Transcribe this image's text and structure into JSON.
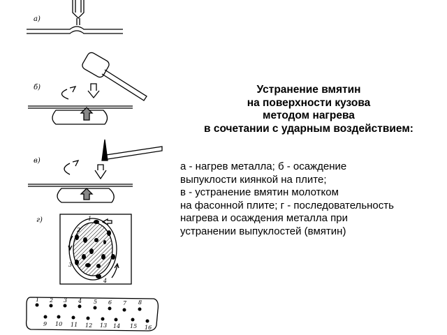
{
  "title": {
    "lines": [
      "Устранение вмятин",
      "на поверхности кузова",
      "методом нагрева",
      "в сочетании с ударным воздействием:"
    ]
  },
  "description": {
    "lines": [
      "а - нагрев металла; б - осаждение",
      "выпуклости киянкой на плите;",
      "в - устранение вмятин молотком",
      "на фасонной плите; г - последовательность",
      "нагрева и осаждения металла при",
      "устранении выпуклостей (вмятин)"
    ]
  },
  "figure": {
    "labels": [
      "а)",
      "б)",
      "в)",
      "г)"
    ],
    "sequence_labels": [
      "1",
      "2",
      "3",
      "4"
    ],
    "point_numbers": [
      "1",
      "2",
      "3",
      "4",
      "5",
      "6",
      "7",
      "8",
      "9",
      "10",
      "11",
      "12",
      "13",
      "14",
      "15",
      "16"
    ]
  }
}
